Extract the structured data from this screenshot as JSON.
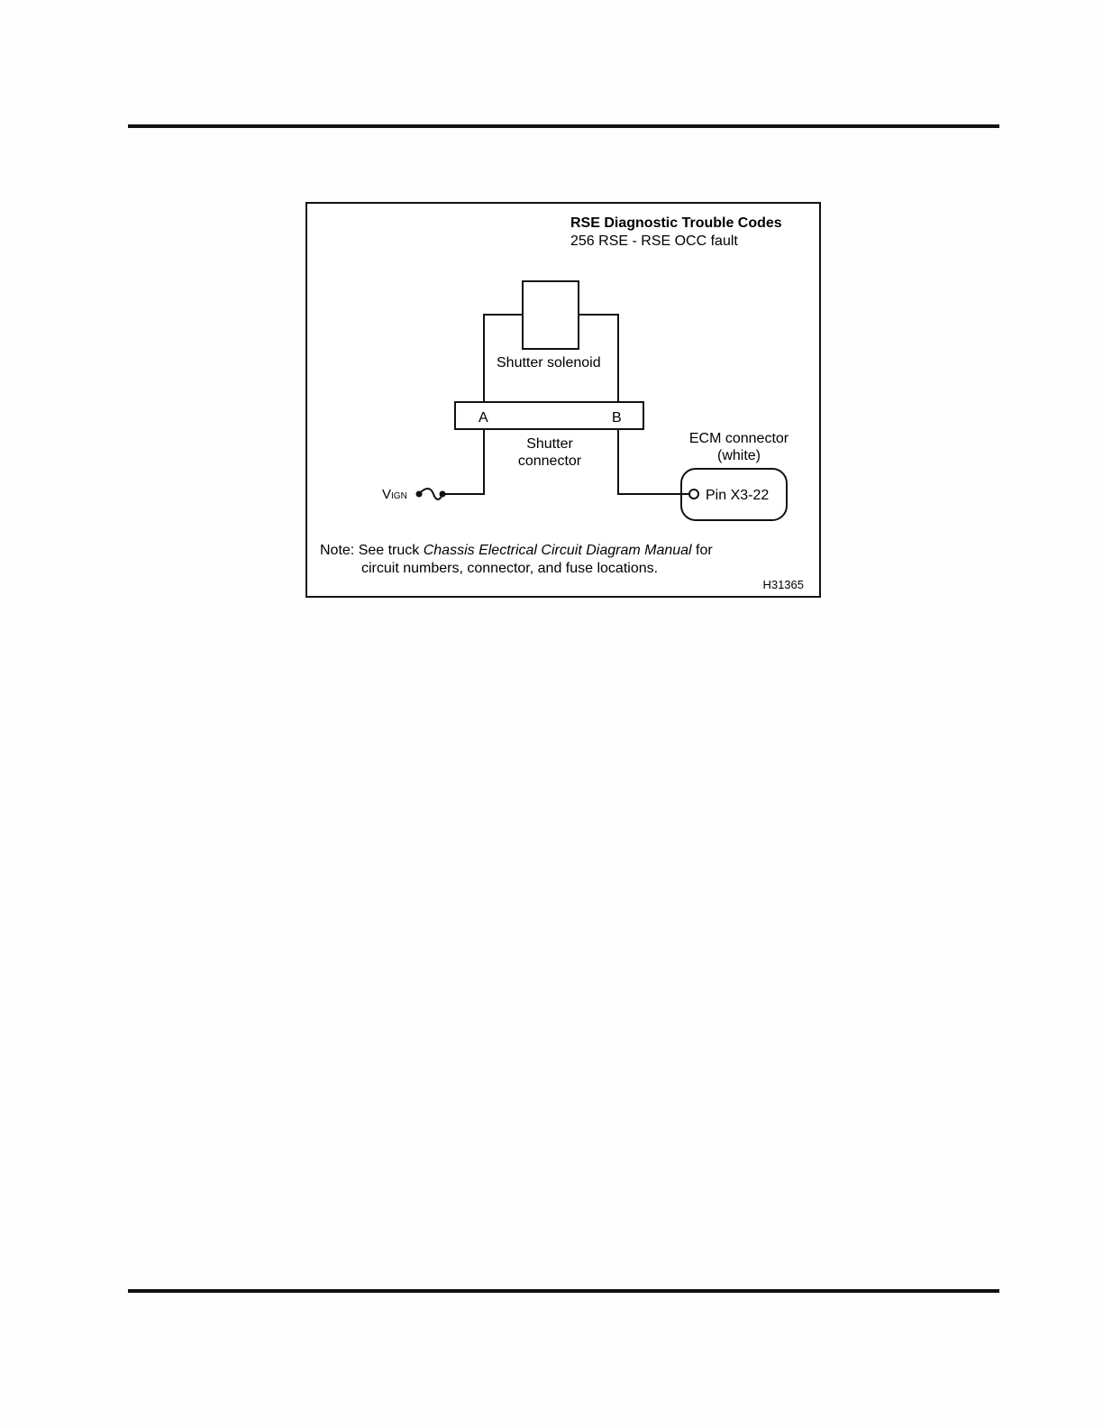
{
  "figure": {
    "title": "RSE Diagnostic Trouble Codes",
    "subtitle": "256 RSE - RSE OCC fault",
    "solenoid_label": "Shutter solenoid",
    "pin_a": "A",
    "pin_b": "B",
    "shutter_connector_label": "Shutter connector",
    "ecm_connector_label": "ECM connector (white)",
    "ecm_pin_label": "Pin X3-22",
    "vign_main": "V",
    "vign_sub": "IGN",
    "note_prefix": "Note: See truck ",
    "note_manual": "Chassis Electrical Circuit Diagram Manual",
    "note_suffix": " for",
    "note_line2": "circuit numbers, connector, and fuse locations.",
    "figure_id": "H31365"
  }
}
